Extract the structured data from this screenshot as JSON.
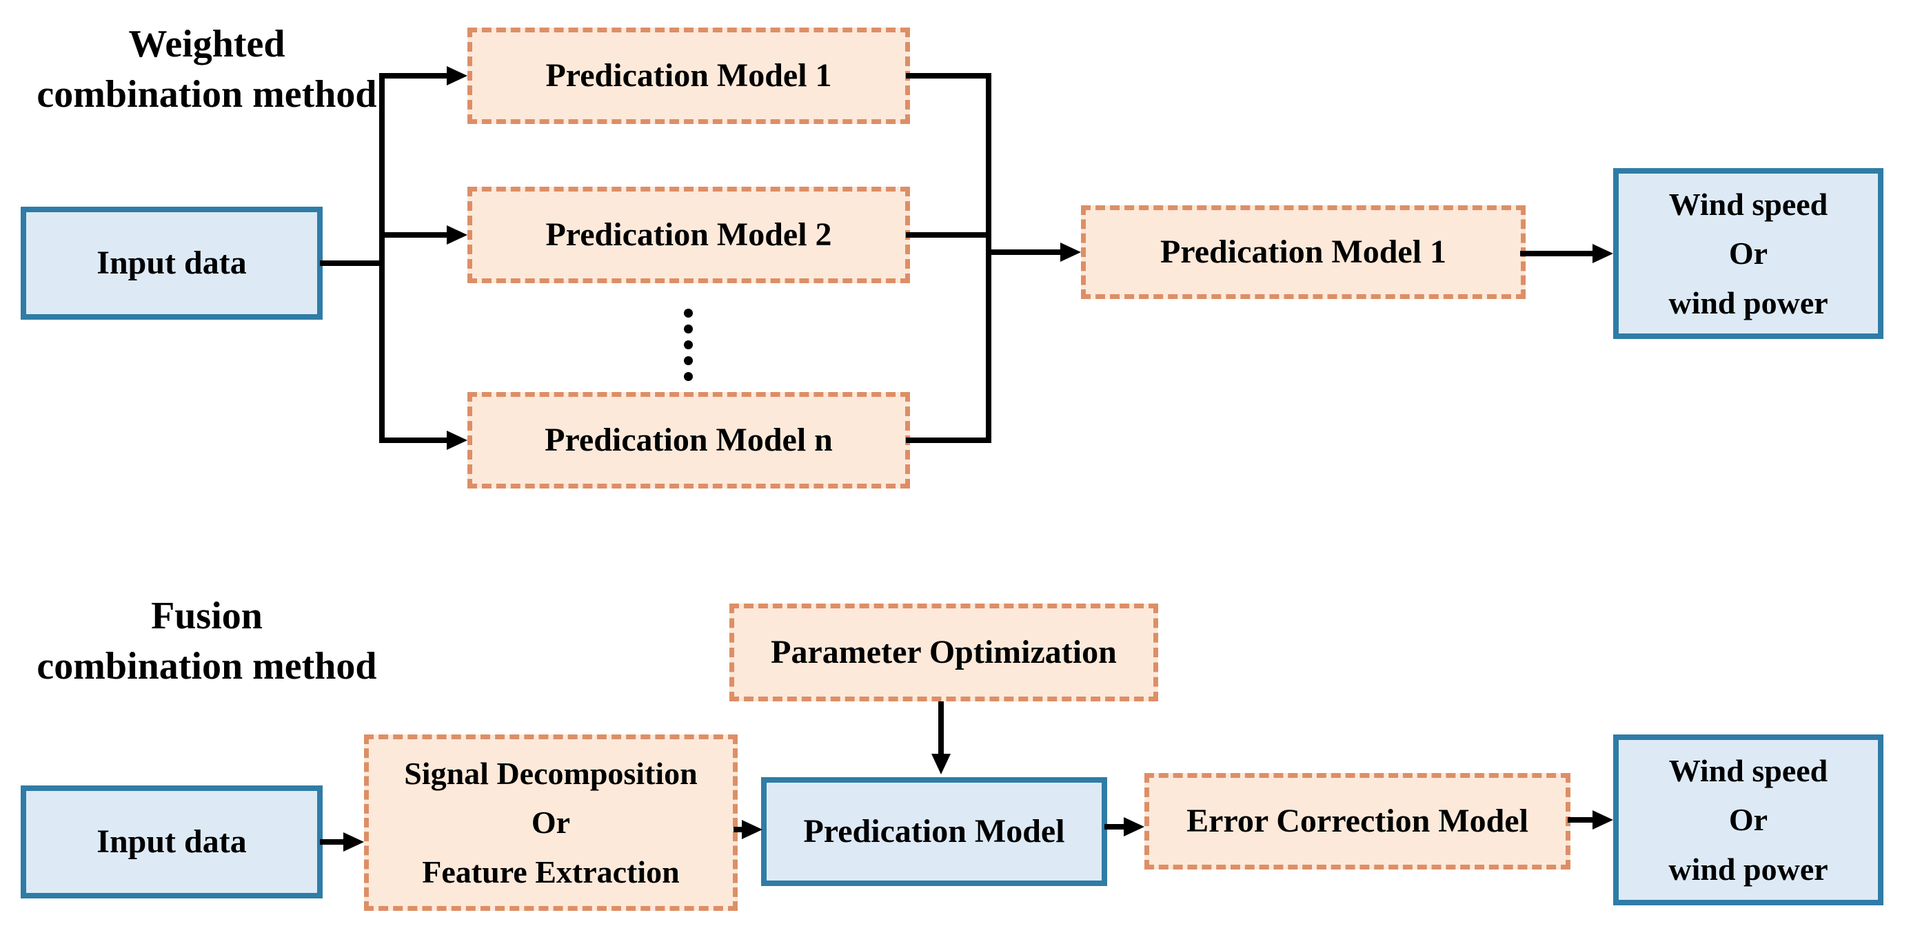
{
  "diagram": {
    "colors": {
      "blue_fill": "#DDEAF6",
      "blue_border": "#2F7CA6",
      "orange_fill": "#FCE9DA",
      "orange_border": "#DD8E66",
      "line_color": "#000000"
    },
    "icons": {
      "ellipsis": "vertical-dots"
    },
    "weighted": {
      "label_line1": "Weighted",
      "label_line2": "combination method",
      "input": "Input data",
      "model_1": "Predication Model 1",
      "model_2": "Predication Model 2",
      "model_n": "Predication Model n",
      "combiner": "Predication Model 1",
      "output_line1": "Wind speed",
      "output_line2": "Or",
      "output_line3": "wind power"
    },
    "fusion": {
      "label_line1": "Fusion",
      "label_line2": "combination method",
      "input": "Input data",
      "preprocess_line1": "Signal Decomposition",
      "preprocess_line2": "Or",
      "preprocess_line3": "Feature Extraction",
      "parameter": "Parameter Optimization",
      "model": "Predication Model",
      "error_correction": "Error Correction Model",
      "output_line1": "Wind speed",
      "output_line2": "Or",
      "output_line3": "wind power"
    }
  }
}
